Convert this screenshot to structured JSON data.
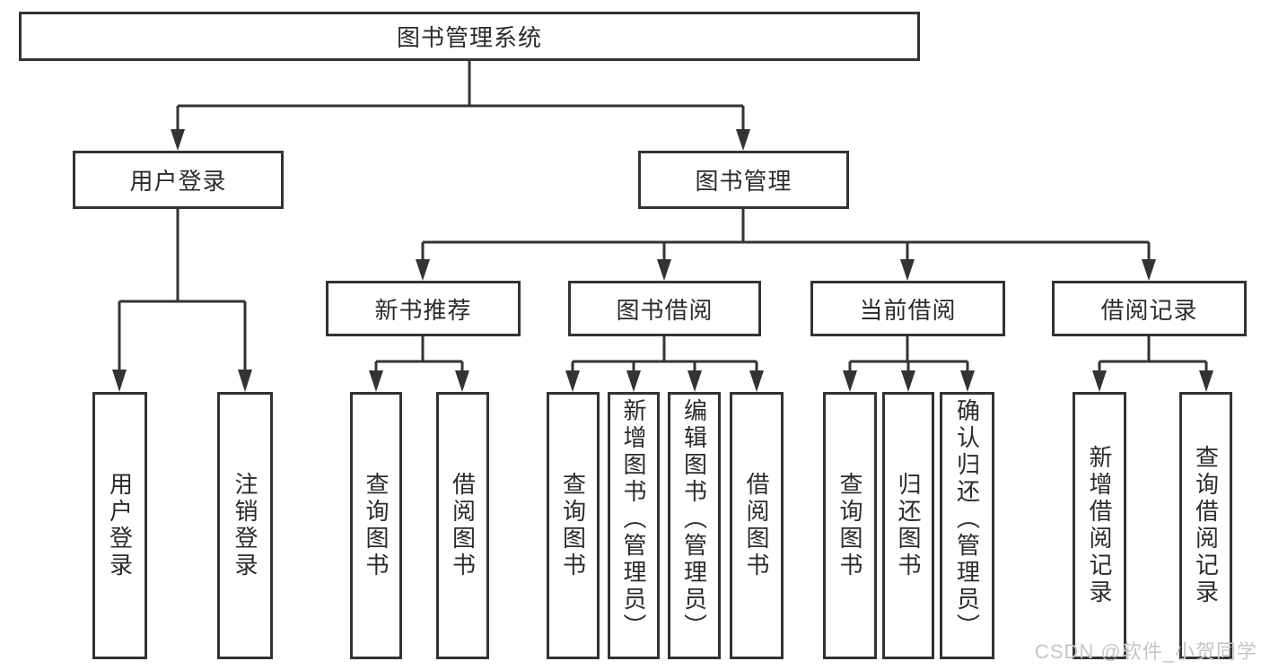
{
  "diagram": {
    "type": "hierarchy",
    "title": "图书管理系统",
    "colors": {
      "line": "#333333",
      "box_border": "#333333",
      "box_fill": "#ffffff",
      "text": "#2b2b2b",
      "background": "#ffffff",
      "watermark": "#c6c6c6"
    },
    "nodes": {
      "root": {
        "label": "图书管理系统"
      },
      "level2": [
        {
          "label": "用户登录",
          "parent": "图书管理系统"
        },
        {
          "label": "图书管理",
          "parent": "图书管理系统"
        }
      ],
      "level3": [
        {
          "label": "新书推荐",
          "parent": "图书管理"
        },
        {
          "label": "图书借阅",
          "parent": "图书管理"
        },
        {
          "label": "当前借阅",
          "parent": "图书管理"
        },
        {
          "label": "借阅记录",
          "parent": "图书管理"
        }
      ],
      "leaves": [
        {
          "label": "用户登录",
          "parent": "用户登录"
        },
        {
          "label": "注销登录",
          "parent": "用户登录"
        },
        {
          "label": "查询图书",
          "parent": "新书推荐"
        },
        {
          "label": "借阅图书",
          "parent": "新书推荐"
        },
        {
          "label": "查询图书",
          "parent": "图书借阅"
        },
        {
          "label": "新增图书（管理员）",
          "parent": "图书借阅"
        },
        {
          "label": "编辑图书（管理员）",
          "parent": "图书借阅"
        },
        {
          "label": "借阅图书",
          "parent": "图书借阅"
        },
        {
          "label": "查询图书",
          "parent": "当前借阅"
        },
        {
          "label": "归还图书",
          "parent": "当前借阅"
        },
        {
          "label": "确认归还（管理员）",
          "parent": "当前借阅"
        },
        {
          "label": "新增借阅记录",
          "parent": "借阅记录"
        },
        {
          "label": "查询借阅记录",
          "parent": "借阅记录"
        }
      ]
    }
  },
  "watermark": {
    "text": "CSDN @软件_小贺同学"
  }
}
